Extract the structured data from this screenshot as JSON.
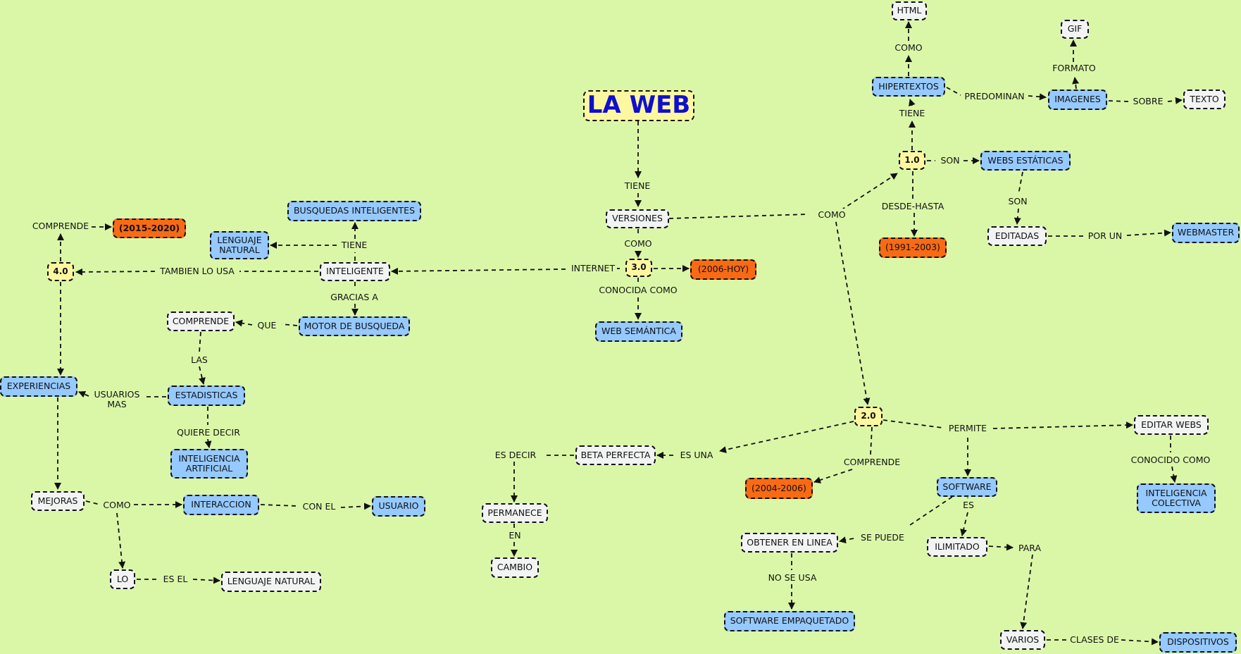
{
  "title": "LA WEB",
  "nodes": {
    "la_web": "LA WEB",
    "tiene": "TIENE",
    "versiones": "VERSIONES",
    "como_v": "COMO",
    "internet": "INTERNET",
    "v3": "3.0",
    "hoy": "(2006-HOY)",
    "conocida_como": "CONOCIDA COMO",
    "web_semantica": "WEB SEMÁNTICA",
    "como_main": "COMO",
    "v1": "1.0",
    "tiene_1": "TIENE",
    "hipertextos": "HIPERTEXTOS",
    "como_html": "COMO",
    "html": "HTML",
    "predominan": "PREDOMINAN",
    "imagenes": "IMAGENES",
    "formato": "FORMATO",
    "gif": "GIF",
    "sobre": "SOBRE",
    "texto": "TEXTO",
    "son": "SON",
    "webs_estaticas": "WEBS ESTÁTICAS",
    "son2": "SON",
    "editadas": "EDITADAS",
    "por_un": "POR UN",
    "webmaster": "WEBMASTER",
    "desde_hasta": "DESDE-HASTA",
    "y1991": "(1991-2003)",
    "inteligente": "INTELIGENTE",
    "tiene_i": "TIENE",
    "busquedas": "BUSQUEDAS INTELIGENTES",
    "lenguaje_natural_box": "LENGUAJE NATURAL",
    "tambien": "TAMBIEN LO USA",
    "v4": "4.0",
    "comprende_4": "COMPRENDE",
    "y2015": "(2015-2020)",
    "gracias": "GRACIAS A",
    "motor": "MOTOR DE BUSQUEDA",
    "que": "QUE",
    "comprende_m": "COMPRENDE",
    "las": "LAS",
    "estadisticas": "ESTADISTICAS",
    "usuarios_mas": "USUARIOS MAS",
    "experiencias": "EXPERIENCIAS",
    "quiere": "QUIERE DECIR",
    "ia": "INTELIGENCIA ARTIFICIAL",
    "mejoras": "MEJORAS",
    "como_m": "COMO",
    "interaccion": "INTERACCION",
    "con_el": "CON EL",
    "usuario": "USUARIO",
    "lo": "LO",
    "es_el": "ES EL",
    "lenguaje_natural": "LENGUAJE NATURAL",
    "v2": "2.0",
    "es_una": "ES UNA",
    "beta": "BETA PERFECTA",
    "es_decir": "ES DECIR",
    "permanece": "PERMANECE",
    "en": "EN",
    "cambio": "CAMBIO",
    "comprende_2": "COMPRENDE",
    "y2004": "(2004-2006)",
    "permite": "PERMITE",
    "editar": "EDITAR WEBS",
    "conocido_como": "CONOCIDO COMO",
    "colectiva": "INTELIGENCIA COLECTIVA",
    "software": "SOFTWARE",
    "se_puede": "SE PUEDE",
    "obtener": "OBTENER EN LINEA",
    "no_se_usa": "NO SE USA",
    "empaquetado": "SOFTWARE EMPAQUETADO",
    "es": "ES",
    "ilimitado": "ILIMITADO",
    "para": "PARA",
    "varios": "VARIOS",
    "clases": "CLASES DE",
    "dispositivos": "DISPOSITIVOS"
  },
  "colors": {
    "background": "#daf7a8",
    "concept_white": "#f2f4f4",
    "concept_blue": "#95c9ff",
    "concept_orange": "#f86a14",
    "concept_yellow": "#fdf8a0",
    "title_text": "#0f0fcf"
  }
}
